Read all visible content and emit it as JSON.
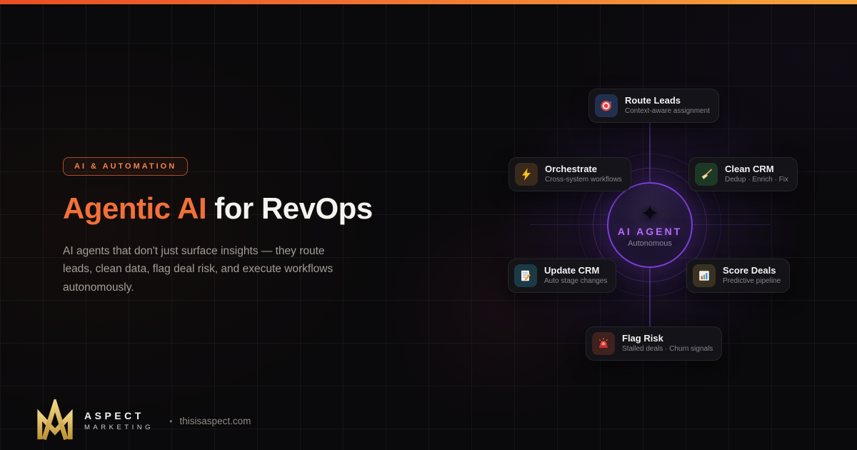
{
  "badge": {
    "label": "AI & AUTOMATION"
  },
  "headline": {
    "highlight": "Agentic AI",
    "rest": " for RevOps"
  },
  "description": "AI agents that don't just surface insights — they route leads, clean data, flag deal risk, and execute workflows autonomously.",
  "agent": {
    "label": "AI AGENT",
    "sublabel": "Autonomous"
  },
  "nodes": [
    {
      "id": "route-leads",
      "title": "Route Leads",
      "subtitle": "Context-aware assignment",
      "icon": "target-icon",
      "tile_color": "#223050"
    },
    {
      "id": "orchestrate",
      "title": "Orchestrate",
      "subtitle": "Cross-system workflows",
      "icon": "lightning-icon",
      "tile_color": "#3a2a1c"
    },
    {
      "id": "clean-crm",
      "title": "Clean CRM",
      "subtitle": "Dedup · Enrich · Fix",
      "icon": "broom-icon",
      "tile_color": "#1e3828"
    },
    {
      "id": "update-crm",
      "title": "Update CRM",
      "subtitle": "Auto stage changes",
      "icon": "memo-icon",
      "tile_color": "#1b3a46"
    },
    {
      "id": "score-deals",
      "title": "Score Deals",
      "subtitle": "Predictive pipeline",
      "icon": "bar-chart-icon",
      "tile_color": "#3a3220"
    },
    {
      "id": "flag-risk",
      "title": "Flag Risk",
      "subtitle": "Stalled deals · Churn signals",
      "icon": "siren-icon",
      "tile_color": "#3f211e"
    }
  ],
  "footer": {
    "brand_name": "ASPECT",
    "brand_sub": "MARKETING",
    "separator": "•",
    "website": "thisisaspect.com"
  },
  "colors": {
    "accent_orange": "#f2703a",
    "accent_purple": "#b06df2",
    "top_bar_gradient_start": "#e84e25",
    "top_bar_gradient_end": "#f7a63d",
    "gold_logo": "#d4af5a"
  }
}
